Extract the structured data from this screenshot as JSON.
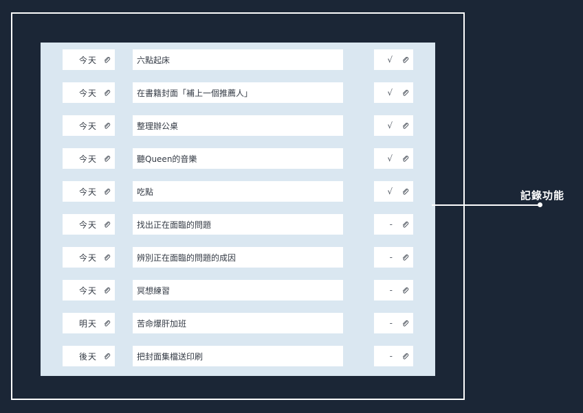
{
  "callout": {
    "label": "記錄功能"
  },
  "icons": {
    "attach": "paperclip-icon"
  },
  "colors": {
    "background": "#1b2636",
    "panel": "#dae7f1",
    "cell": "#ffffff",
    "frame": "#ffffff"
  },
  "rows": [
    {
      "day": "今天",
      "task": "六點起床",
      "status": "√"
    },
    {
      "day": "今天",
      "task": "在書籍封面「補上一個推薦人」",
      "status": "√"
    },
    {
      "day": "今天",
      "task": "整理辦公桌",
      "status": "√"
    },
    {
      "day": "今天",
      "task": "聽Queen的音樂",
      "status": "√"
    },
    {
      "day": "今天",
      "task": "吃點",
      "status": "√"
    },
    {
      "day": "今天",
      "task": "找出正在面臨的問題",
      "status": "-"
    },
    {
      "day": "今天",
      "task": "辨別正在面臨的問題的成因",
      "status": "-"
    },
    {
      "day": "今天",
      "task": "冥想練習",
      "status": "-"
    },
    {
      "day": "明天",
      "task": "苦命爆肝加班",
      "status": "-"
    },
    {
      "day": "後天",
      "task": "把封面集檔送印刷",
      "status": "-"
    }
  ]
}
